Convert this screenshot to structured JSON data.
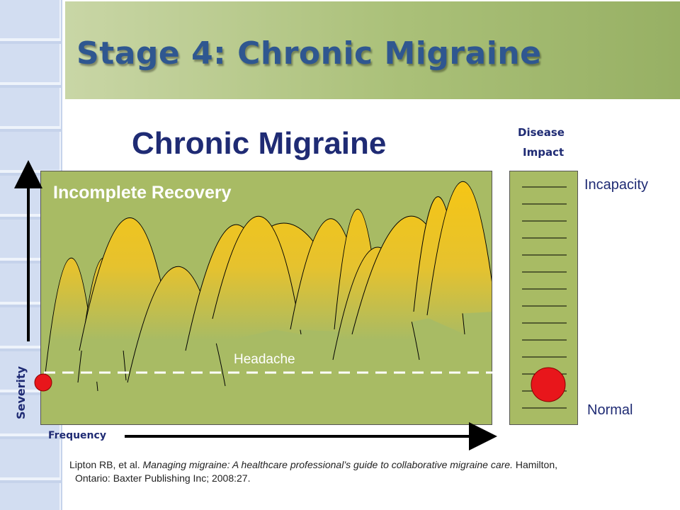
{
  "slide": {
    "title": "Stage 4: Chronic Migraine"
  },
  "diagram": {
    "heading": "Chronic Migraine",
    "panel_label": "Incomplete Recovery",
    "baseline_label": "Headache",
    "y_axis_label": "Severity",
    "x_axis_label": "Frequency",
    "impact_title_line1": "Disease",
    "impact_title_line2": "Impact",
    "impact_top_label": "Incapacity",
    "impact_bottom_label": "Normal"
  },
  "citation": {
    "authors": "Lipton RB, et al. ",
    "work_title": "Managing migraine: A healthcare professional’s guide to collaborative migraine care.",
    "publisher_line1": " Hamilton,",
    "publisher_line2": "Ontario: Baxter Publishing Inc; 2008:27."
  },
  "colors": {
    "panel_green": "#a8bb64",
    "curve_yellow": "#f6c614",
    "marker_red": "#e8161b",
    "heading_navy": "#1f2b74",
    "title_blue": "#2f5790"
  }
}
